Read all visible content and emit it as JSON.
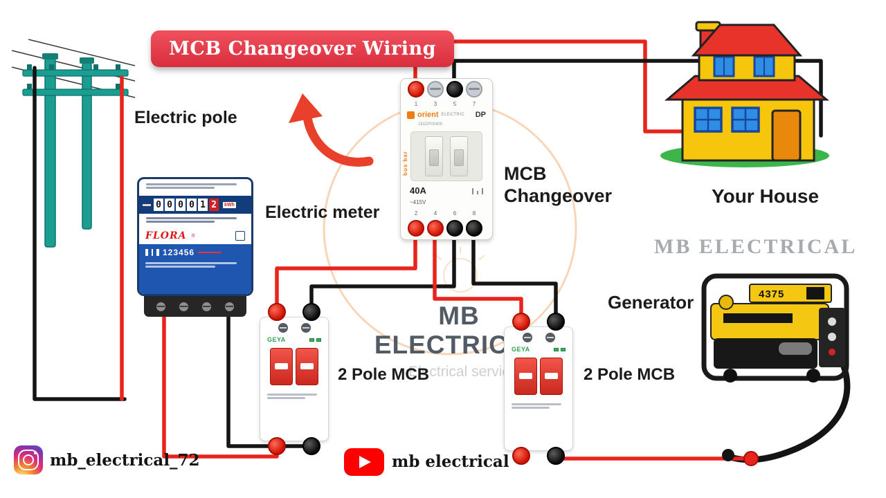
{
  "title": {
    "text": "MCB Changeover Wiring"
  },
  "labels": {
    "electric_pole": "Electric pole",
    "electric_meter": "Electric meter",
    "mcb_changeover": "MCB Changeover",
    "your_house": "Your House",
    "generator": "Generator",
    "pole_mcb_left": "2 Pole MCB",
    "pole_mcb_right": "2 Pole MCB"
  },
  "watermark": {
    "top_right": "MB ELECTRICAL",
    "center_title": "MB ELECTRICAL",
    "center_sub": "Electrical servic"
  },
  "meter": {
    "digits": [
      "0",
      "0",
      "0",
      "0",
      "1",
      "2"
    ],
    "unit": "kWh",
    "brand": "FLORA",
    "brand_reg": "®",
    "serial": "123456"
  },
  "changeover": {
    "brand": "orient",
    "brand2": "ELECTRIC",
    "model": "181DP00400",
    "dp": "DP",
    "rating": "40A",
    "voltage": "~415V",
    "side_text": "bus bar",
    "top_terminals": [
      "1",
      "3",
      "5",
      "7"
    ],
    "bottom_terminals": [
      "2",
      "4",
      "6",
      "8"
    ]
  },
  "mcb": {
    "brand": "GEYA"
  },
  "generator": {
    "model": "4375"
  },
  "social": {
    "instagram": "mb_electrical_72",
    "youtube": "mb electrical"
  },
  "colors": {
    "wire_red": "#e8251d",
    "wire_black": "#151515",
    "banner_red": "#d92e3e",
    "accent_orange": "#f07d14",
    "pole_teal": "#1b9d92"
  }
}
